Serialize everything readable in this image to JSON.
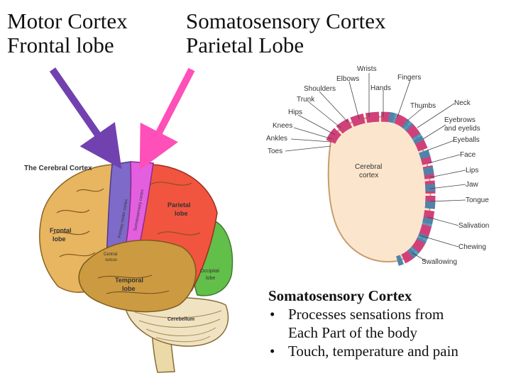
{
  "headings": {
    "left": [
      "Motor Cortex",
      "Frontal lobe"
    ],
    "right": [
      "Somatosensory Cortex",
      "Parietal Lobe"
    ]
  },
  "brain": {
    "title": "The Cerebral Cortex",
    "lobes": {
      "frontal": [
        "Frontal",
        "lobe"
      ],
      "parietal": [
        "Parietal",
        "lobe"
      ],
      "temporal": [
        "Temporal",
        "lobe"
      ],
      "occipital": [
        "Occipital",
        "lobe"
      ],
      "cerebellum": "Cerebellum",
      "central_sulcus": [
        "Central",
        "sulcus"
      ],
      "motor_strip": "Primary motor cortex",
      "sensory_strip": "Somatosensory cortex"
    },
    "colors": {
      "frontal": "#e8b560",
      "motor": "#7e6ac8",
      "sensory": "#e35fe0",
      "parietal": "#f1553f",
      "temporal": "#cc9a40",
      "occipital": "#62bf4a",
      "cerebellum": "#f0e3c2",
      "arrow_motor": "#7241b0",
      "arrow_sensory": "#ff4fb8"
    }
  },
  "homunculus": {
    "center_label": [
      "Cerebral",
      "cortex"
    ],
    "body_parts": [
      "Wrists",
      "Fingers",
      "Elbows",
      "Hands",
      "Shoulders",
      "Trunk",
      "Hips",
      "Knees",
      "Ankles",
      "Toes",
      "Thumbs",
      "Neck",
      "Eyebrows",
      "and eyelids",
      "Eyeballs",
      "Face",
      "Lips",
      "Jaw",
      "Tongue",
      "Salivation",
      "Chewing",
      "Swallowing"
    ]
  },
  "notes": {
    "title": "Somatosensory Cortex",
    "bullets": [
      [
        "Processes sensations from",
        "Each Part of the body"
      ],
      [
        "Touch, temperature and pain"
      ]
    ]
  }
}
